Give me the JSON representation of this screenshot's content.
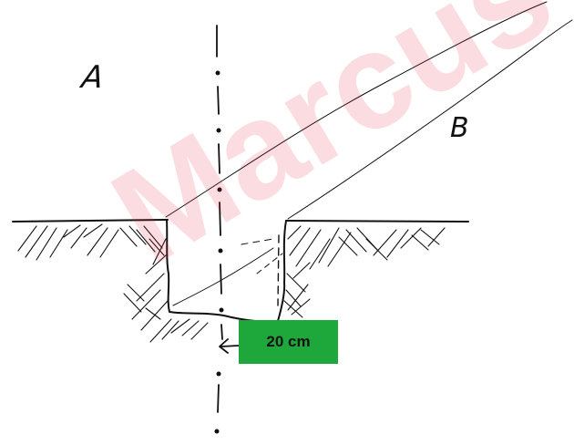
{
  "labels": {
    "region_a": "A",
    "region_b": "B"
  },
  "dimension": {
    "text": "20 cm",
    "box_color": "#1ea83c"
  },
  "watermark": {
    "text": "Marcus",
    "color": "#e6233c"
  },
  "ink_color": "#111111"
}
